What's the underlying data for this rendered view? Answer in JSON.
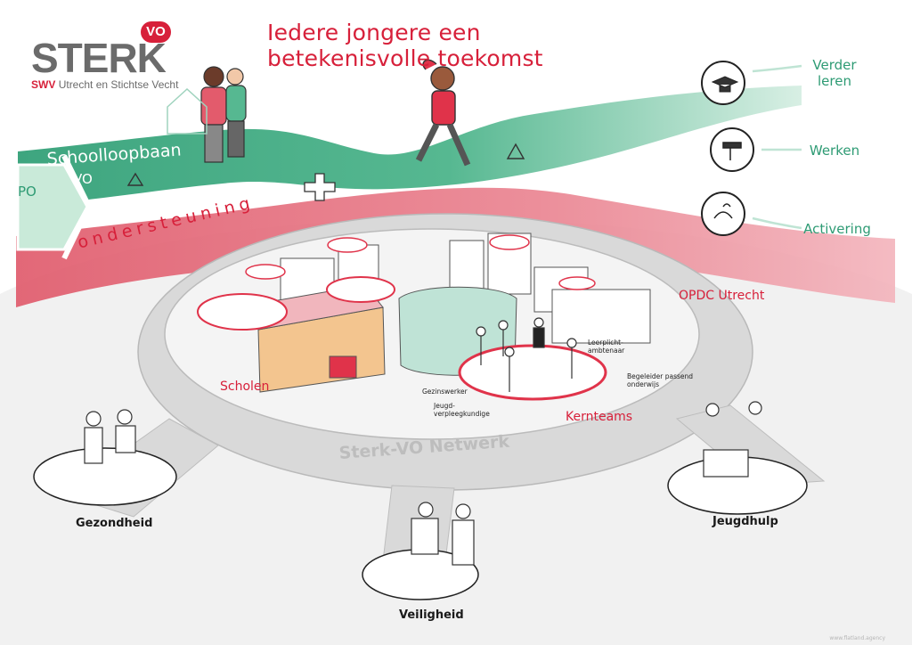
{
  "title": "Iedere jongere een betekenisvolle toekomst",
  "logo": {
    "word": "STERK",
    "badge": "VO",
    "swv": "SWV",
    "region": "Utrecht en Stichtse Vecht"
  },
  "bands": {
    "po": "PO",
    "vo": "VO",
    "schoolloopbaan": "Schoolloopbaan",
    "ondersteuning": "ondersteuning"
  },
  "outcomes": [
    {
      "label": "Verder leren",
      "icon": "graduation-cap-icon"
    },
    {
      "label": "Werken",
      "icon": "paint-roller-icon"
    },
    {
      "label": "Activering",
      "icon": "rabbit-sprout-icon"
    }
  ],
  "labels": {
    "opdc": "OPDC Utrecht",
    "scholen": "Scholen",
    "kernteams": "Kernteams",
    "netwerk": "Sterk-VO Netwerk",
    "leerplicht": "Leerplicht-ambtenaar",
    "gezinswerker": "Gezinswerker",
    "jeugdverpleegkundige": "Jeugd-verpleegkundige",
    "begeleider": "Begeleider passend onderwijs"
  },
  "partners": {
    "gezondheid": "Gezondheid",
    "veiligheid": "Veiligheid",
    "jeugdhulp": "Jeugdhulp"
  },
  "colors": {
    "green": "#4fb38e",
    "red": "#e06a78",
    "brand_red": "#d7203a",
    "grey": "#cfcfcf"
  },
  "footer": "www.flatland.agency"
}
